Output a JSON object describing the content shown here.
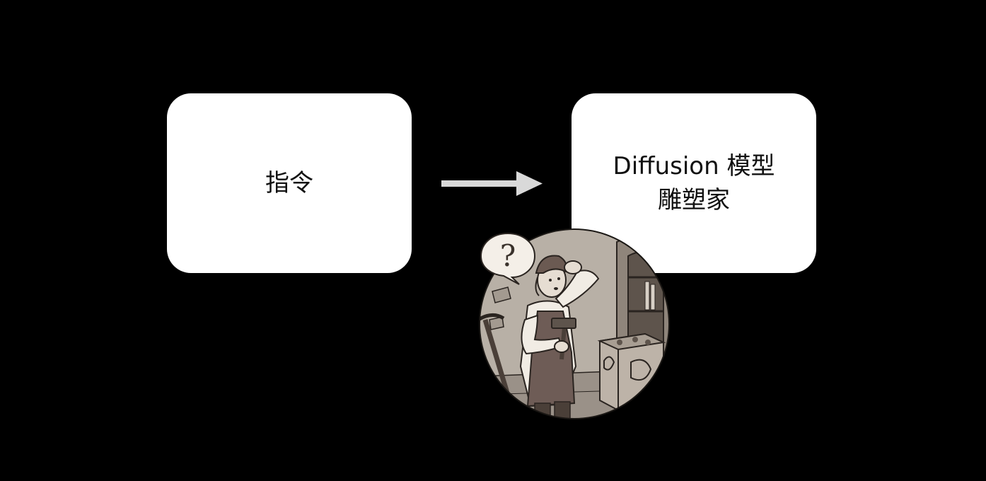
{
  "diagram": {
    "nodes": [
      {
        "id": "instruction",
        "label": "指令"
      },
      {
        "id": "model",
        "label": "Diffusion 模型",
        "sublabel": "雕塑家"
      }
    ],
    "edges": [
      {
        "from": "instruction",
        "to": "model"
      }
    ],
    "colors": {
      "background": "#000000",
      "node_fill": "#ffffff",
      "arrow": "#d9d9d9",
      "illustration_tone": "#8a7e74"
    },
    "illustration": {
      "subject": "confused-sculptor",
      "bubble_glyph": "?"
    }
  }
}
